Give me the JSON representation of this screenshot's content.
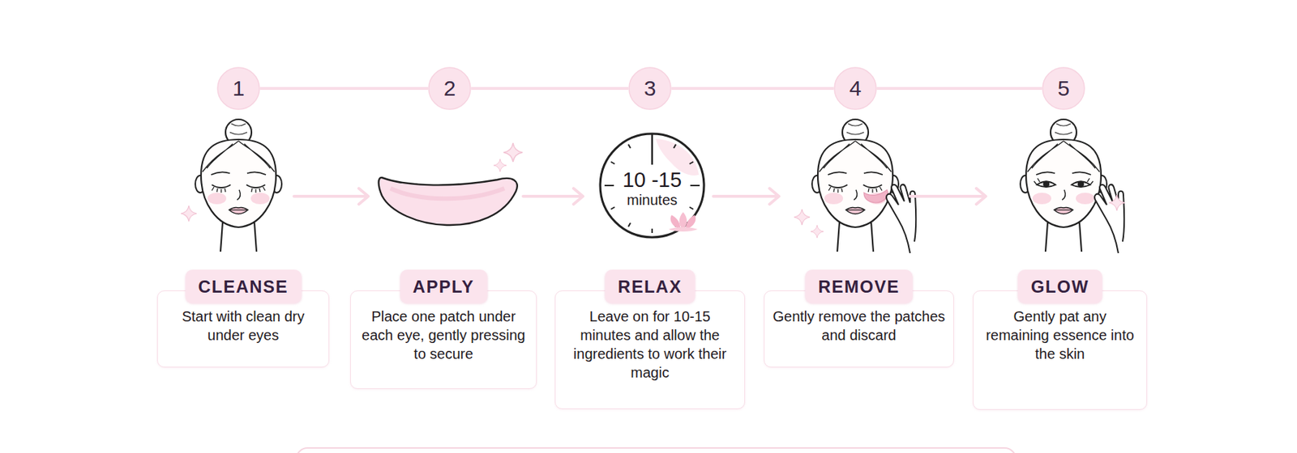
{
  "diagram": {
    "nodes": [
      {
        "text": [
          "1"
        ]
      },
      {
        "text": [
          "2"
        ]
      },
      {
        "text": [
          "3"
        ]
      },
      {
        "text": [
          "4"
        ]
      },
      {
        "text": [
          "5"
        ]
      },
      {
        "text": [
          "10 -15",
          "minutes"
        ]
      },
      {
        "text": [
          "CLEANSE",
          "Start with clean dry under eyes"
        ]
      },
      {
        "text": [
          "APPLY",
          "Place one patch under each eye, gently pressing to secure"
        ]
      },
      {
        "text": [
          "RELAX",
          "Leave on for 10-15 minutes and allow the ingredients to work their magic"
        ]
      },
      {
        "text": [
          "REMOVE",
          "Gently remove the patches and discard"
        ]
      },
      {
        "text": [
          "GLOW",
          "Gently pat any remaining essence into the skin"
        ]
      }
    ],
    "edges": [
      {
        "from": 0,
        "to": 1,
        "arrow": "none"
      },
      {
        "from": 1,
        "to": 2,
        "arrow": "none"
      },
      {
        "from": 2,
        "to": 3,
        "arrow": "none"
      },
      {
        "from": 3,
        "to": 4,
        "arrow": "none"
      }
    ]
  }
}
